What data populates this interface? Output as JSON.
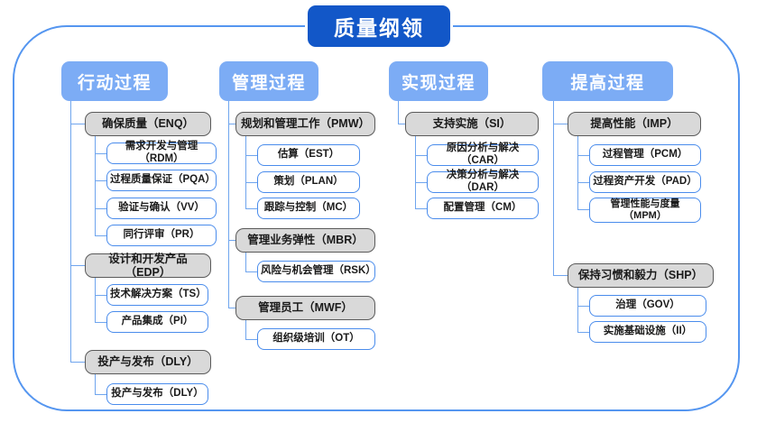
{
  "root": {
    "title": "质量纲领"
  },
  "columns": [
    {
      "header": "行动过程",
      "groups": [
        {
          "label": "确保质量（ENQ）",
          "children": [
            "需求开发与管理（RDM）",
            "过程质量保证（PQA）",
            "验证与确认（VV）",
            "同行评审（PR）"
          ]
        },
        {
          "label": "设计和开发产品（EDP）",
          "children": [
            "技术解决方案（TS）",
            "产品集成（PI）"
          ]
        },
        {
          "label": "投产与发布（DLY）",
          "children": [
            "投产与发布（DLY）"
          ]
        }
      ]
    },
    {
      "header": "管理过程",
      "groups": [
        {
          "label": "规划和管理工作（PMW）",
          "children": [
            "估算（EST）",
            "策划（PLAN）",
            "跟踪与控制（MC）"
          ]
        },
        {
          "label": "管理业务弹性（MBR）",
          "children": [
            "风险与机会管理（RSK）"
          ]
        },
        {
          "label": "管理员工（MWF）",
          "children": [
            "组织级培训（OT）"
          ]
        }
      ]
    },
    {
      "header": "实现过程",
      "groups": [
        {
          "label": "支持实施（SI）",
          "children": [
            "原因分析与解决（CAR）",
            "决策分析与解决（DAR）",
            "配置管理（CM）"
          ]
        }
      ]
    },
    {
      "header": "提高过程",
      "groups": [
        {
          "label": "提高性能（IMP）",
          "children": [
            "过程管理（PCM）",
            "过程资产开发（PAD）",
            "管理性能与度量（MPM）"
          ]
        },
        {
          "label": "保持习惯和毅力（SHP）",
          "children": [
            "治理（GOV）",
            "实施基础设施（II）"
          ]
        }
      ]
    }
  ],
  "colors": {
    "root_fill": "#1257c8",
    "header_fill": "#7cacf5",
    "group_fill": "#d9d9d9",
    "group_border": "#5a5a5a",
    "leaf_border": "#4a8cec",
    "connector": "#6fa5ee",
    "frame_border": "#5596f0"
  }
}
